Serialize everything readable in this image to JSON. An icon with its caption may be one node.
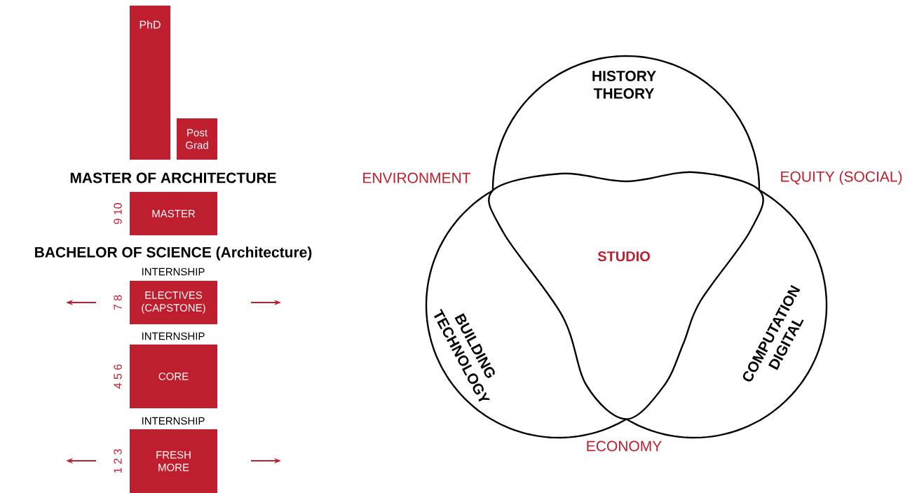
{
  "diagram": {
    "nodes": [
      {
        "text": [
          "PhD"
        ]
      },
      {
        "text": [
          "Post Grad"
        ]
      },
      {
        "text": [
          "MASTER"
        ],
        "beside": [
          "9 10"
        ]
      },
      {
        "text": [
          "ELECTIVES (CAPSTONE)"
        ],
        "beside": [
          "7 8"
        ]
      },
      {
        "text": [
          "CORE"
        ],
        "beside": [
          "4 5 6"
        ]
      },
      {
        "text": [
          "FRESH MORE"
        ],
        "beside": [
          "1 2 3"
        ]
      },
      {
        "text": [
          "HISTORY THEORY"
        ]
      },
      {
        "text": [
          "STUDIO"
        ]
      },
      {
        "text": [
          "BUILDING TECHNOLOGY"
        ]
      },
      {
        "text": [
          "COMPUTATION DIGITAL"
        ]
      }
    ],
    "labels": [
      "MASTER OF ARCHITECTURE",
      "BACHELOR OF SCIENCE (Architecture)",
      "INTERNSHIP",
      "INTERNSHIP",
      "INTERNSHIP",
      "ENVIRONMENT",
      "EQUITY (SOCIAL)",
      "ECONOMY"
    ]
  }
}
